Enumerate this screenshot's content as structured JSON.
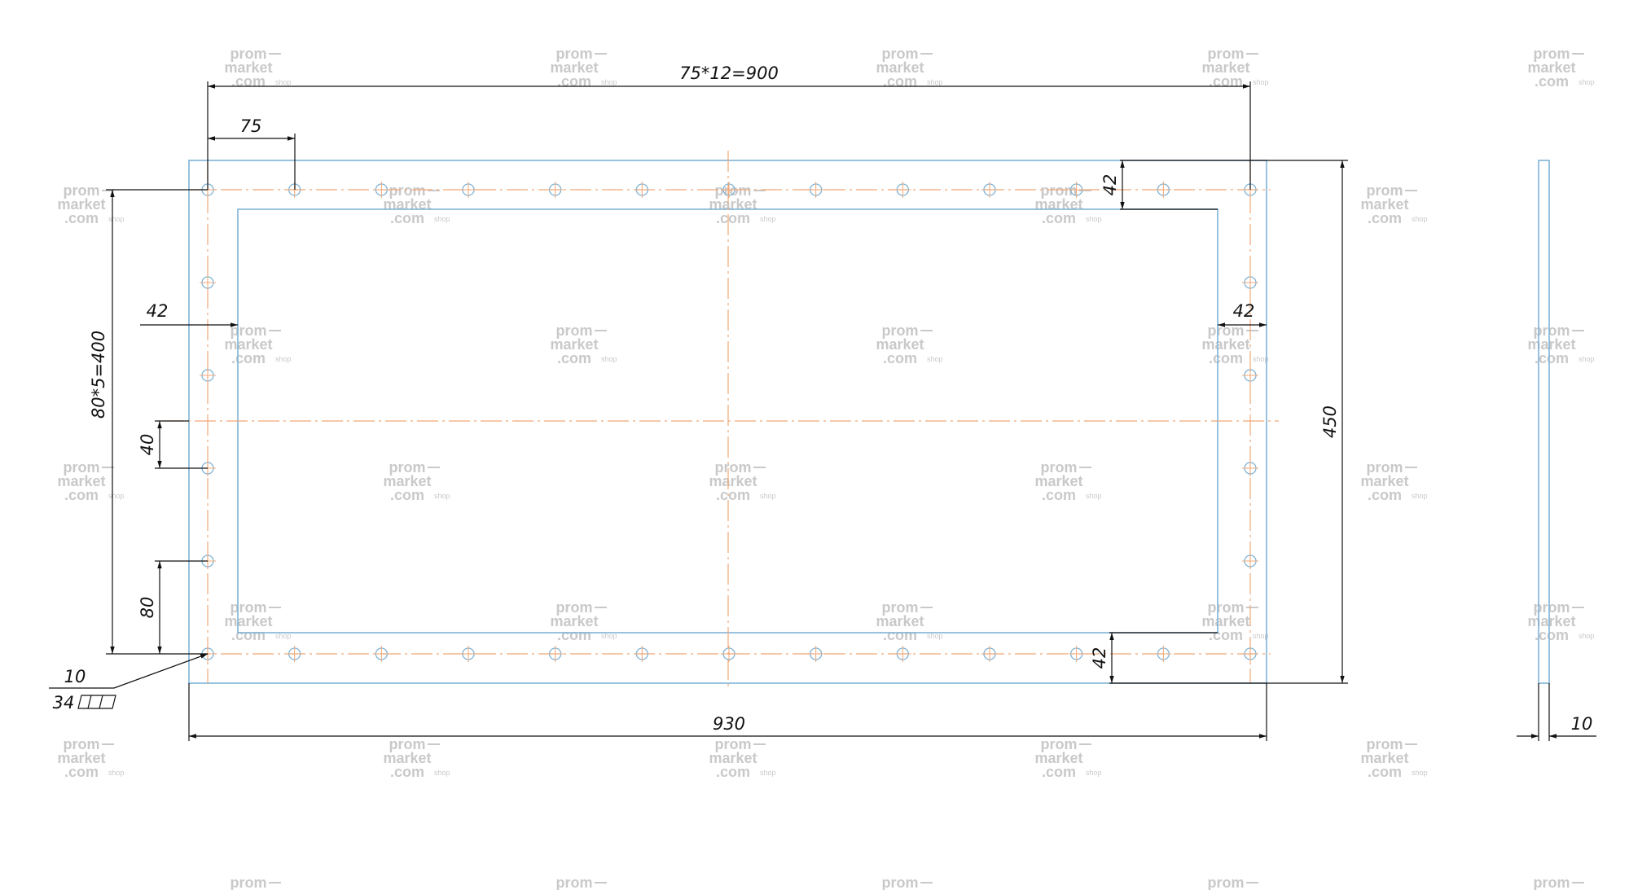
{
  "drawing": {
    "dimensions": {
      "hole_pitch_total": "75*12=900",
      "hole_pitch": "75",
      "vertical_pitch_total": "80*5=400",
      "offset_left": "42",
      "offset_right": "42",
      "offset_top": "42",
      "offset_bottom": "42",
      "edge_offset": "40",
      "vertical_pitch": "80",
      "overall_width": "930",
      "overall_height": "450",
      "thickness": "10",
      "hole_diameter": "10",
      "hole_count": "34"
    },
    "watermark": {
      "line1": "prom",
      "line2": "market",
      "line3": ".com",
      "suffix": "shop"
    },
    "colors": {
      "outline": "#7fb3d5",
      "centerline": "#f0a878",
      "dimension": "#111111",
      "watermark": "#c9c9c9"
    }
  }
}
